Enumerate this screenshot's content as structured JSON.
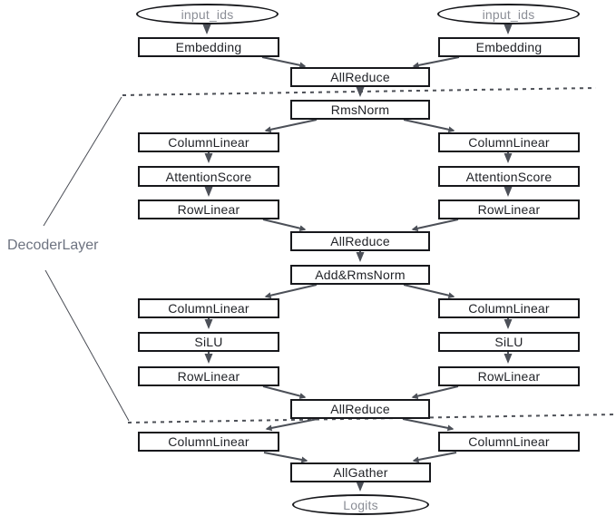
{
  "diagram": {
    "group_label": "DecoderLayer",
    "nodes": {
      "input_ids_left": "input_ids",
      "input_ids_right": "input_ids",
      "embedding_left": "Embedding",
      "embedding_right": "Embedding",
      "allreduce_embed": "AllReduce",
      "rmsnorm": "RmsNorm",
      "attn_column_linear_left": "ColumnLinear",
      "attn_column_linear_right": "ColumnLinear",
      "attention_score_left": "AttentionScore",
      "attention_score_right": "AttentionScore",
      "attn_row_linear_left": "RowLinear",
      "attn_row_linear_right": "RowLinear",
      "allreduce_attn": "AllReduce",
      "add_rmsnorm": "Add&RmsNorm",
      "mlp_column_linear_left": "ColumnLinear",
      "mlp_column_linear_right": "ColumnLinear",
      "silu_left": "SiLU",
      "silu_right": "SiLU",
      "mlp_row_linear_left": "RowLinear",
      "mlp_row_linear_right": "RowLinear",
      "allreduce_mlp": "AllReduce",
      "lm_head_column_linear_left": "ColumnLinear",
      "lm_head_column_linear_right": "ColumnLinear",
      "allgather": "AllGather",
      "logits": "Logits"
    },
    "colors": {
      "box_border": "#17181c",
      "box_text": "#1f2126",
      "muted_text": "#8b8e96",
      "group_text": "#6d7380",
      "arrow": "#4c5058"
    }
  }
}
